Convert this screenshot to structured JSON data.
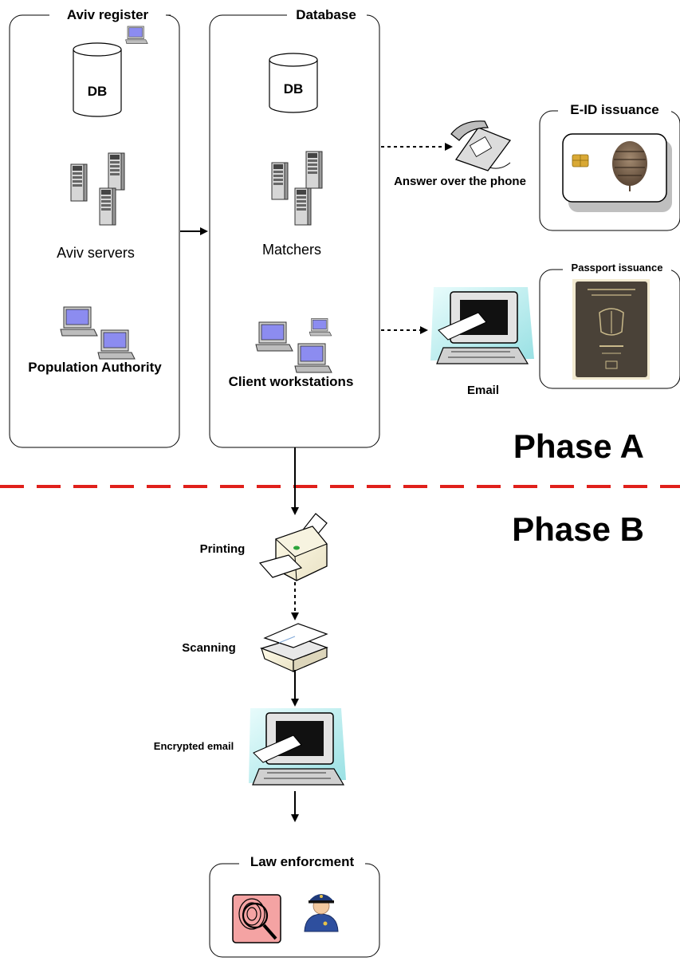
{
  "groups": {
    "aviv_register": {
      "title": "Aviv register",
      "db": "DB",
      "servers": "Aviv servers",
      "workstations": "Population Authority"
    },
    "database": {
      "title": "Database",
      "db": "DB",
      "servers": "Matchers",
      "workstations": "Client workstations"
    },
    "eid_issuance": {
      "title": "E-ID issuance"
    },
    "passport_issuance": {
      "title": "Passport issuance"
    },
    "law_enforcement": {
      "title": "Law enforcment"
    }
  },
  "channels": {
    "phone": "Answer over the phone",
    "email": "Email"
  },
  "phase_b_steps": {
    "printing": "Printing",
    "scanning": "Scanning",
    "encrypted_email": "Encrypted email"
  },
  "phases": {
    "a": "Phase A",
    "b": "Phase B"
  },
  "colors": {
    "phase_divider": "#e0201b",
    "screen": "#8c8cf0",
    "fingerprint_bg": "#f4a3a3"
  },
  "icons": [
    "database-icon",
    "server-icon",
    "workstation-icon",
    "telephone-icon",
    "email-computer-icon",
    "smart-card-icon",
    "passport-icon",
    "printer-icon",
    "scanner-icon",
    "fingerprint-icon",
    "police-officer-icon"
  ]
}
